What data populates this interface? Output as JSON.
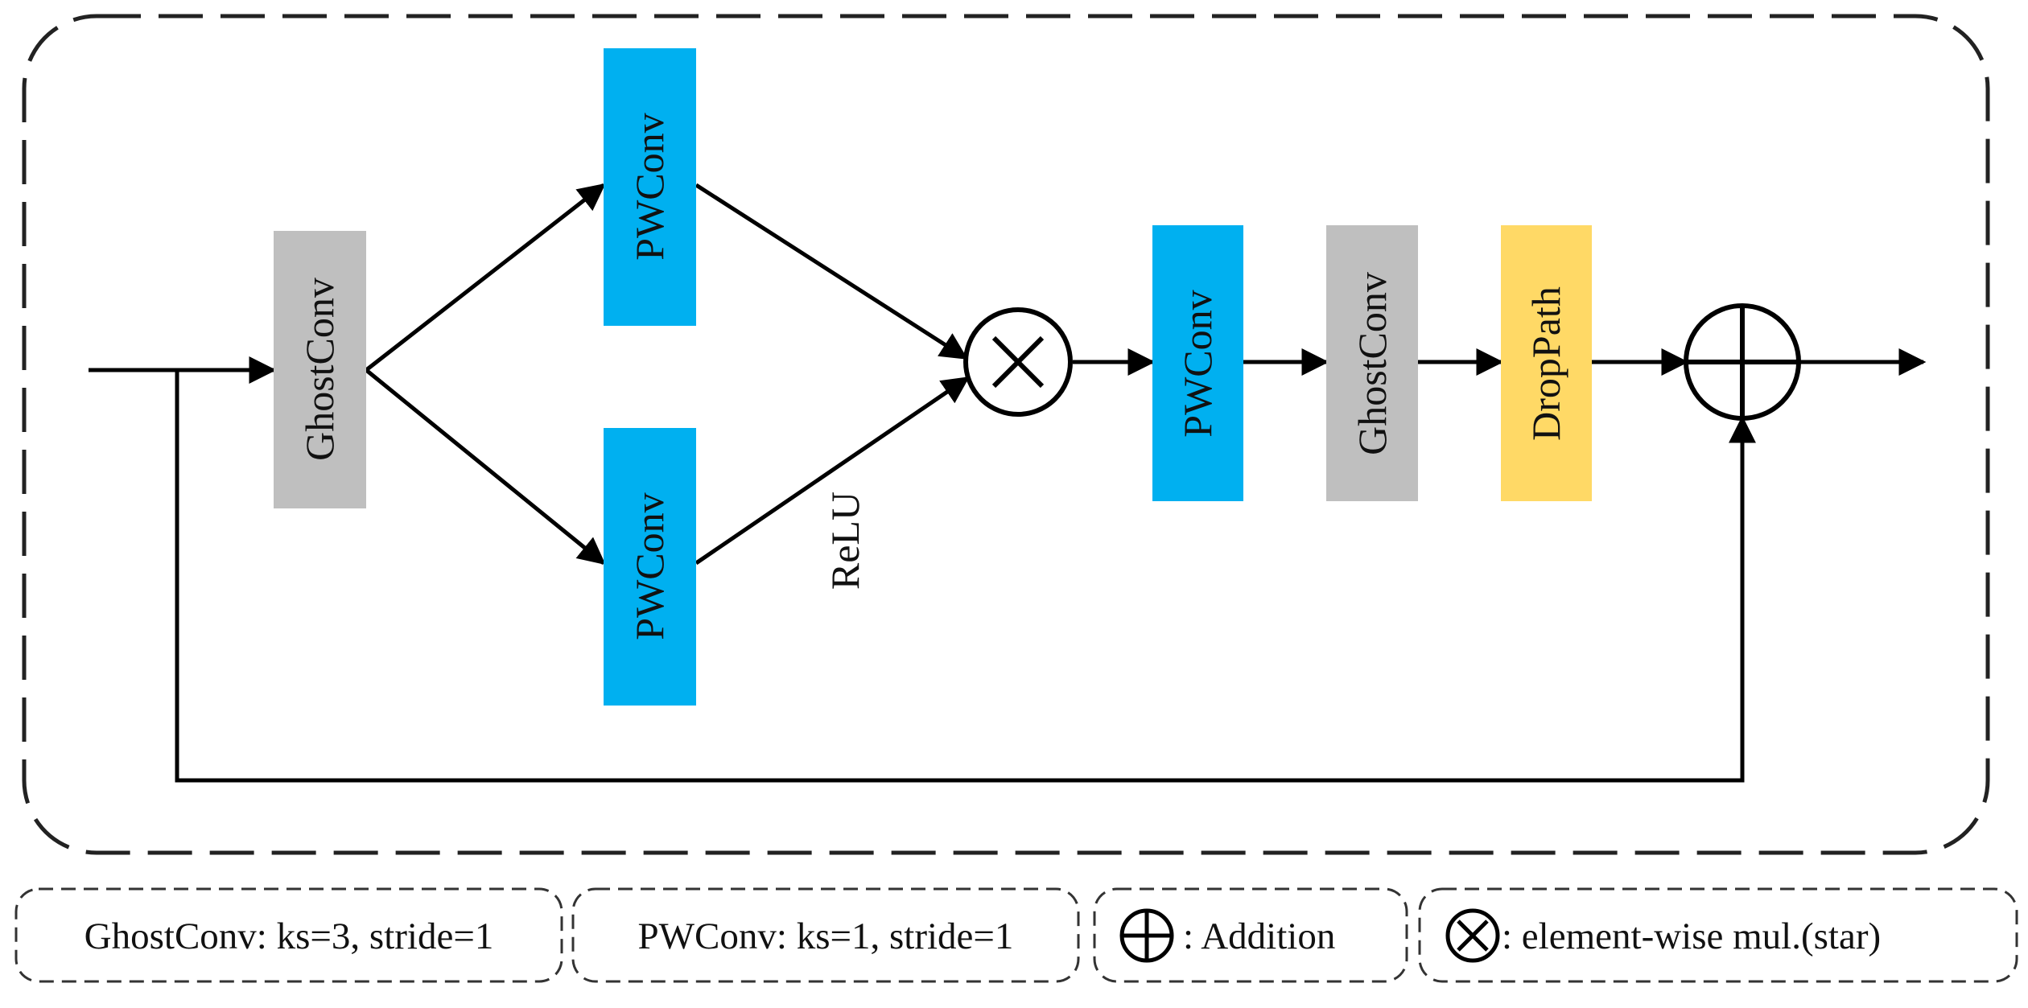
{
  "diagram": {
    "blocks": {
      "ghostconv_1": "GhostConv",
      "pwconv_top": "PWConv",
      "pwconv_bottom": "PWConv",
      "pwconv_after_mul": "PWConv",
      "ghostconv_2": "GhostConv",
      "droppath": "DropPath"
    },
    "relu_label": "ReLU",
    "colors": {
      "ghostconv": "#bfbfbf",
      "pwconv": "#00b0f0",
      "droppath": "#ffd966",
      "line": "#000000"
    }
  },
  "legend": {
    "ghostconv": "GhostConv: ks=3, stride=1",
    "pwconv": "PWConv: ks=1, stride=1",
    "addition": ": Addition",
    "multiplication": ": element-wise mul.(star)"
  }
}
